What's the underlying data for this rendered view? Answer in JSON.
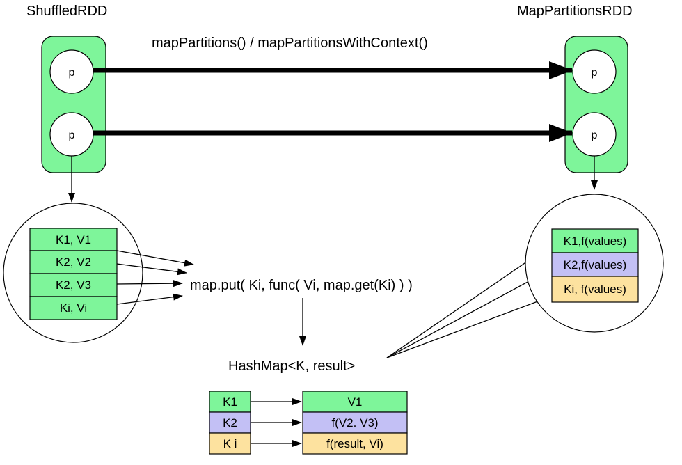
{
  "labels": {
    "left_rdd": "ShuffledRDD",
    "right_rdd": "MapPartitionsRDD",
    "transform": "mapPartitions() / mapPartitionsWithContext()",
    "map_put": "map.put( Ki, func( Vi, map.get(Ki) ) )",
    "hashmap": "HashMap<K, result>"
  },
  "partition_label": "p",
  "input_records": [
    "K1, V1",
    "K2, V2",
    "K2, V3",
    "Ki,  Vi"
  ],
  "output_records": [
    {
      "text": "K1,f(values)",
      "color": "#7ef59a"
    },
    {
      "text": "K2,f(values)",
      "color": "#c3c0f5"
    },
    {
      "text": "Ki, f(values)",
      "color": "#fde29f"
    }
  ],
  "hashmap_rows": [
    {
      "key": "K1",
      "value": "V1",
      "color": "#7ef59a"
    },
    {
      "key": "K2",
      "value": "f(V2. V3)",
      "color": "#c3c0f5"
    },
    {
      "key": "K i",
      "value": "f(result, Vi)",
      "color": "#fde29f"
    }
  ],
  "colors": {
    "rdd_fill": "#7ef59a",
    "green": "#7ef59a",
    "purple": "#c3c0f5",
    "yellow": "#fde29f"
  }
}
